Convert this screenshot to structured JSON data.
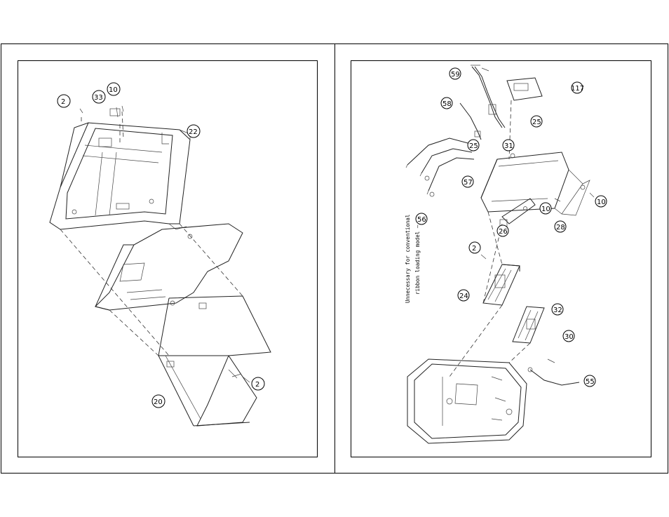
{
  "left_panel": {
    "callouts": [
      "2",
      "33",
      "10",
      "22",
      "20",
      "2"
    ]
  },
  "right_panel": {
    "callouts": [
      "59",
      "117",
      "58",
      "25",
      "25",
      "31",
      "57",
      "56",
      "10",
      "26",
      "28",
      "10",
      "2",
      "24",
      "32",
      "30",
      "55"
    ],
    "note_line1": "Unnecessary for conventional",
    "note_line2": "ribbon loading model —"
  }
}
